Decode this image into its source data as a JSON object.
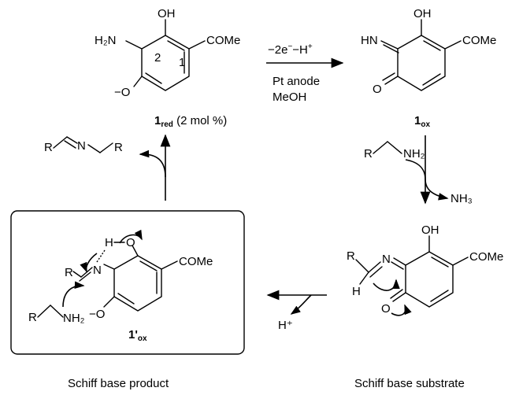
{
  "reagents": {
    "oxidation": [
      "−2e",
      "−",
      "−H",
      "+"
    ],
    "line2": "Pt anode",
    "line3": "MeOH"
  },
  "compounds": {
    "red": {
      "label_num": "1",
      "label_sub": "red",
      "label_suffix": " (2 mol %)"
    },
    "ox": {
      "label_num": "1",
      "label_sub": "ox"
    },
    "prod": {
      "label_num": "1'",
      "label_sub": "ox"
    }
  },
  "groups": {
    "oh": "OH",
    "h2n": "H₂N",
    "come": "COMe",
    "o_minus": "−O",
    "hn": "HN",
    "o": "O",
    "nh2": "NH₂",
    "nh3": "NH₃",
    "h_plus": "H⁺",
    "r": "R",
    "n": "N",
    "h": "H",
    "o_small": "O",
    "ring_num_2": "2",
    "ring_num_1": "1"
  },
  "captions": {
    "product": "Schiff base product",
    "substrate": "Schiff base substrate"
  }
}
